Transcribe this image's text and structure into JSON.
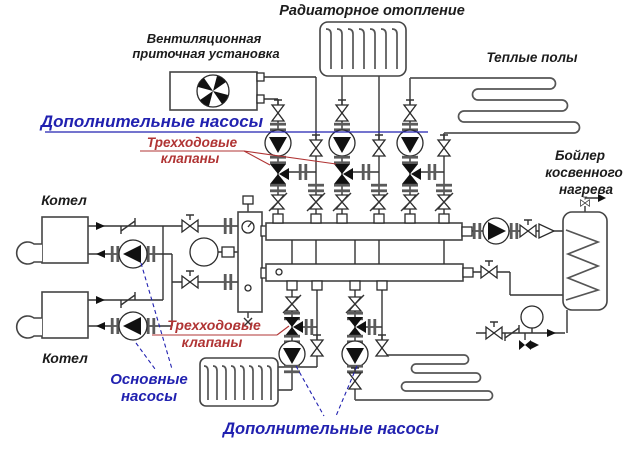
{
  "diagram": {
    "title_context": "heating-system-piping-schematic",
    "labels": {
      "radiator_heating": "Радиаторное отопление",
      "ventilation_line1": "Вентиляционная",
      "ventilation_line2": "приточная установка",
      "warm_floors_top": "Теплые полы",
      "additional_pumps_top": "Дополнительные насосы",
      "three_way_valves_top_line1": "Трехходовые",
      "three_way_valves_top_line2": "клапаны",
      "boiler_top": "Котел",
      "boiler_bottom": "Котел",
      "main_pumps_line1": "Основные",
      "main_pumps_line2": "насосы",
      "three_way_valves_bottom_line1": "Трехходовые",
      "three_way_valves_bottom_line2": "клапаны",
      "additional_pumps_bottom": "Дополнительные насосы",
      "indirect_boiler_line1": "Бойлер",
      "indirect_boiler_line2": "косвенного",
      "indirect_boiler_line3": "нагрева"
    },
    "colors": {
      "label_blue": "#2121b0",
      "label_red": "#b03434",
      "label_black": "#1c1c1c",
      "line": "#333333",
      "background": "#ffffff"
    }
  }
}
